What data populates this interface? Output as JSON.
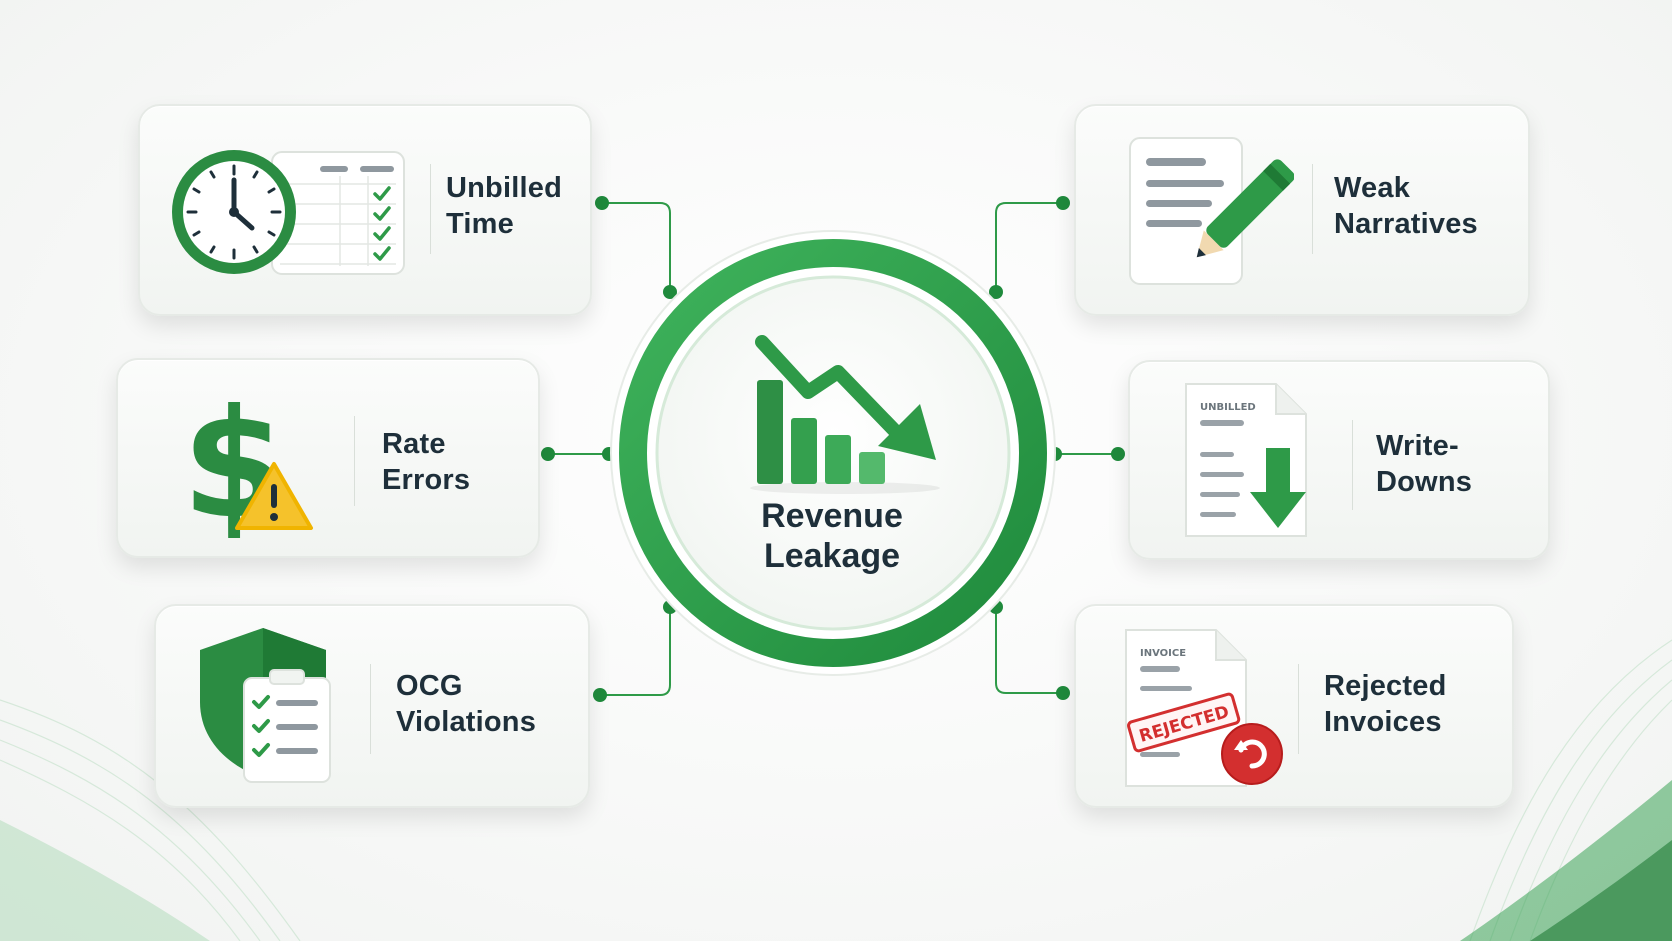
{
  "center": {
    "title_line1": "Revenue",
    "title_line2": "Leakage"
  },
  "nodes": [
    {
      "id": "unbilled-time",
      "line1": "Unbilled",
      "line2": "Time",
      "icon": "clock-timesheet-icon"
    },
    {
      "id": "rate-errors",
      "line1": "Rate",
      "line2": "Errors",
      "icon": "dollar-warning-icon"
    },
    {
      "id": "ocg-violations",
      "line1": "OCG",
      "line2": "Violations",
      "icon": "shield-checklist-icon"
    },
    {
      "id": "weak-narratives",
      "line1": "Weak",
      "line2": "Narratives",
      "icon": "document-pen-icon"
    },
    {
      "id": "write-downs",
      "line1": "Write-",
      "line2": "Downs",
      "icon": "document-down-arrow-icon"
    },
    {
      "id": "rejected-invoices",
      "line1": "Rejected",
      "line2": "Invoices",
      "icon": "rejected-invoice-icon"
    }
  ],
  "icon_text": {
    "unbilled_stamp": "UNBILLED",
    "invoice_stamp": "INVOICE",
    "rejected_stamp": "REJECTED"
  },
  "colors": {
    "accent_green": "#2e9a48",
    "dark_green": "#1f7a35",
    "text_navy": "#1e2f3a",
    "warning_yellow": "#f5c22b",
    "reject_red": "#d32f2f"
  }
}
